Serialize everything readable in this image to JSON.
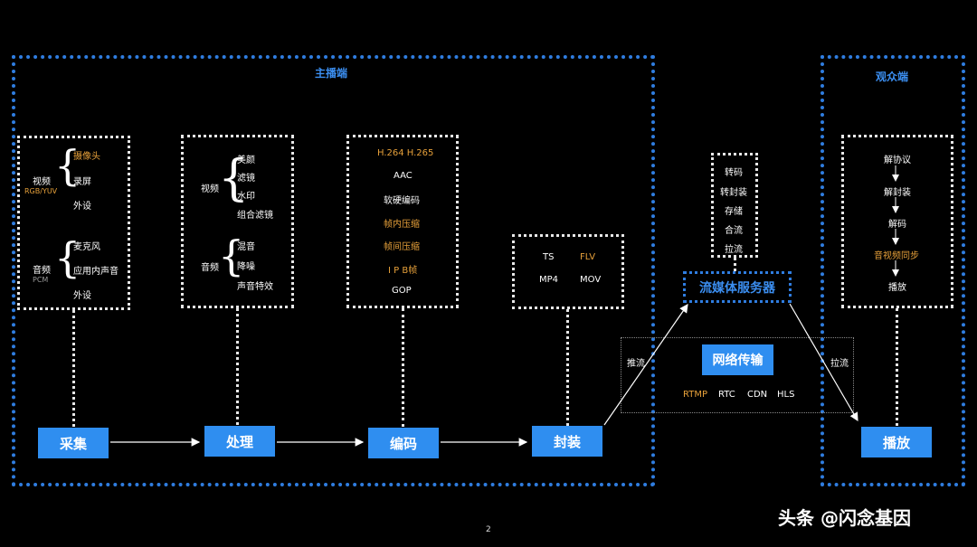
{
  "regions": {
    "anchor": "主播端",
    "viewer": "观众端"
  },
  "capture": {
    "video_label": "视频",
    "video_format": "RGB/YUV",
    "video_items": [
      "摄像头",
      "录屏",
      "外设"
    ],
    "audio_label": "音频",
    "audio_format": "PCM",
    "audio_items": [
      "麦克风",
      "应用内声音",
      "外设"
    ]
  },
  "process": {
    "video_label": "视频",
    "video_items": [
      "美颜",
      "滤镜",
      "水印",
      "组合滤镜"
    ],
    "audio_label": "音频",
    "audio_items": [
      "混音",
      "降噪",
      "声音特效"
    ]
  },
  "encode": {
    "items": [
      "H.264 H.265",
      "AAC",
      "软硬编码",
      "帧内压缩",
      "帧间压缩",
      "I P B帧",
      "GOP"
    ]
  },
  "mux": {
    "items": [
      "TS",
      "FLV",
      "MP4",
      "MOV"
    ]
  },
  "server": {
    "items": [
      "转码",
      "转封装",
      "存储",
      "合流",
      "拉流"
    ],
    "label": "流媒体服务器"
  },
  "network": {
    "label": "网络传输",
    "push": "推流",
    "pull": "拉流",
    "protocols": [
      "RTMP",
      "RTC",
      "CDN",
      "HLS"
    ]
  },
  "player": {
    "items": [
      "解协议",
      "解封装",
      "解码",
      "音视频同步",
      "播放"
    ]
  },
  "stages": {
    "capture": "采集",
    "process": "处理",
    "encode": "编码",
    "mux": "封装",
    "play": "播放"
  },
  "colors": {
    "accent_blue": "#2f8ef0",
    "highlight_orange": "#e6a03a",
    "background": "#000000"
  },
  "footer": {
    "page_number": "2",
    "watermark": "头条 @闪念基因"
  }
}
